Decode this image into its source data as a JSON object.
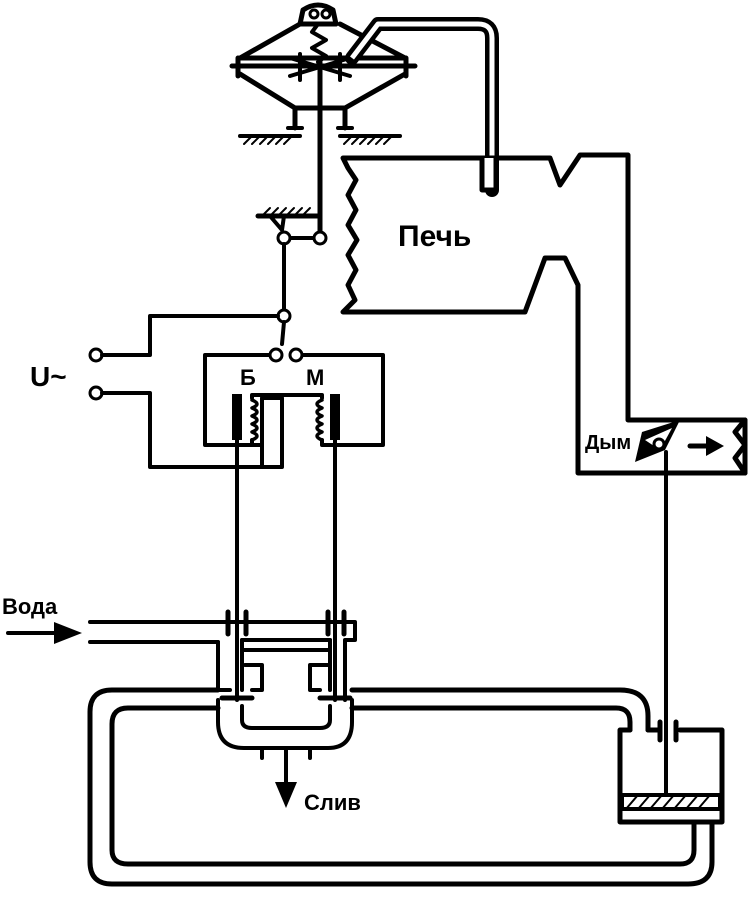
{
  "labels": {
    "furnace": "Печь",
    "voltage": "U~",
    "relay_b": "Б",
    "relay_m": "М",
    "water": "Вода",
    "drain": "Слив",
    "smoke": "Дым"
  }
}
